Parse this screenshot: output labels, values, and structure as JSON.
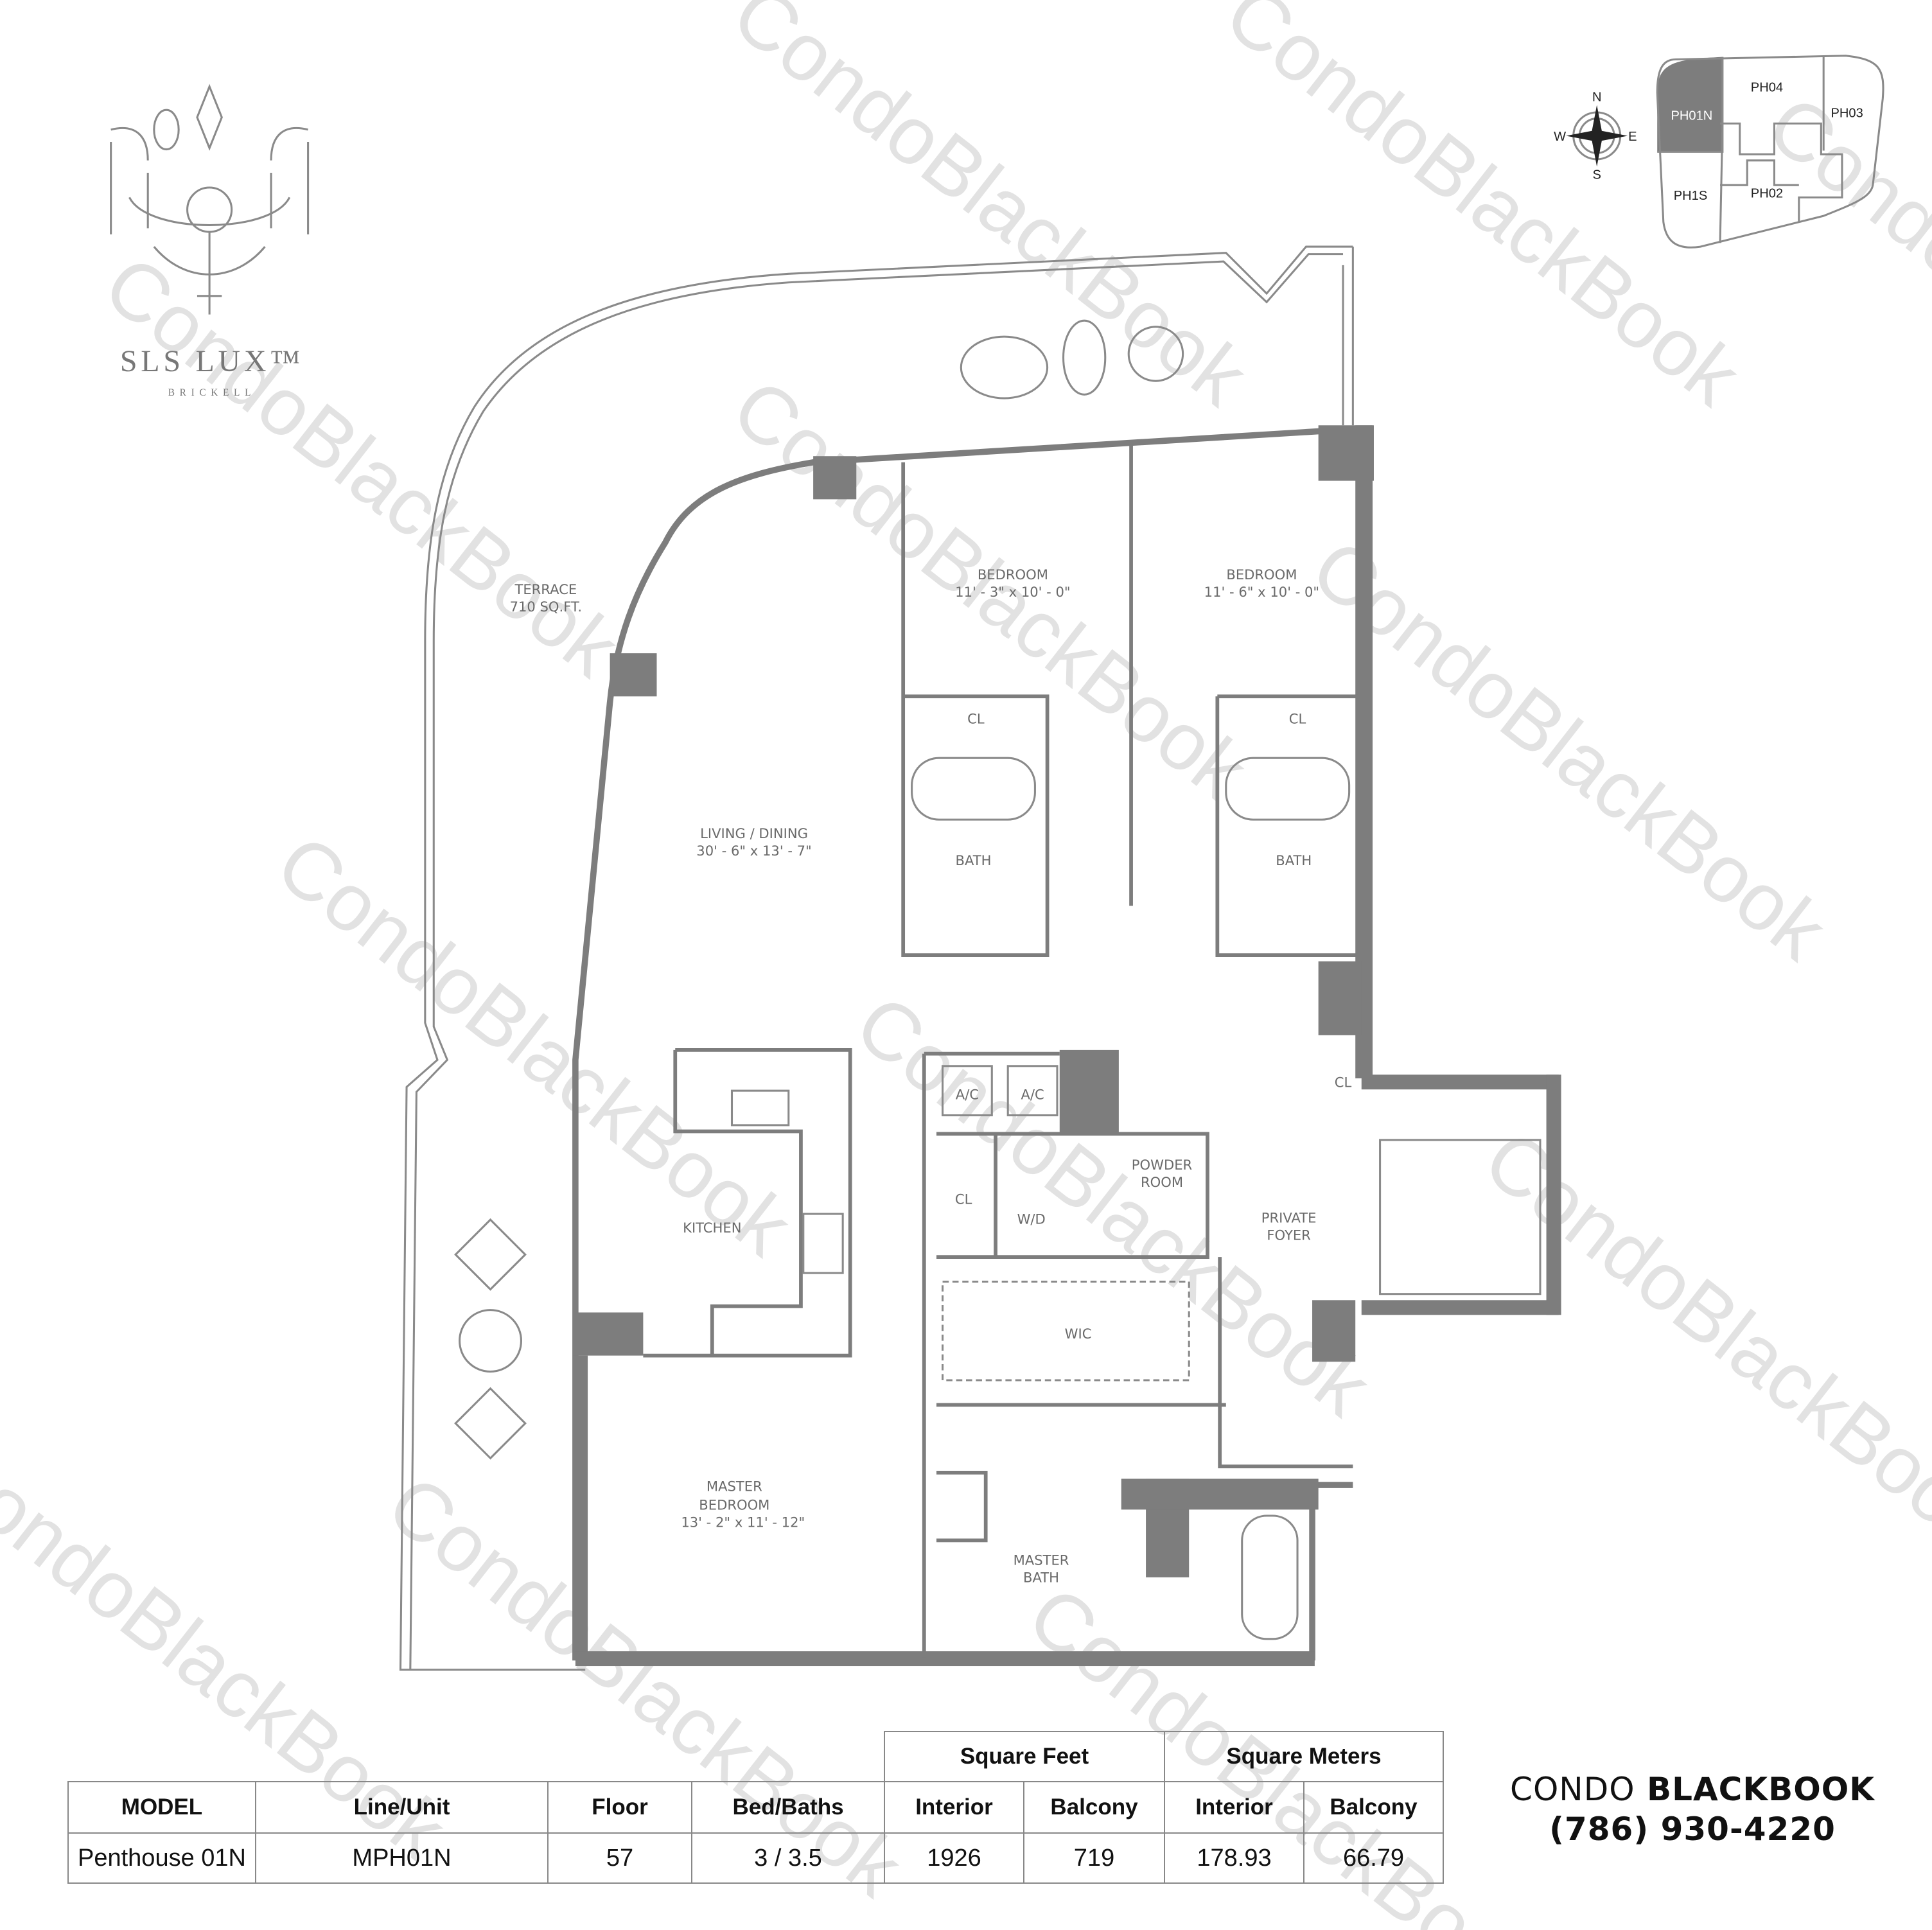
{
  "logo": {
    "name": "SLS LUX™",
    "sub": "BRICKELL"
  },
  "watermark": "CondoBlackBook",
  "compass": {
    "n": "N",
    "s": "S",
    "e": "E",
    "w": "W"
  },
  "keyplan": {
    "units": [
      "PH01N",
      "PH04",
      "PH03",
      "PH1S",
      "PH02"
    ],
    "highlighted": "PH01N",
    "highlight_color": "#7d7d7d"
  },
  "rooms": {
    "terrace": {
      "name": "TERRACE",
      "size": "710 SQ.FT."
    },
    "bedroom1": {
      "name": "BEDROOM",
      "size": "11' - 3\" x 10' - 0\""
    },
    "bedroom2": {
      "name": "BEDROOM",
      "size": "11' - 6\" x 10' - 0\""
    },
    "cl1": "CL",
    "cl2": "CL",
    "cl3": "CL",
    "cl4": "CL",
    "bath1": "BATH",
    "bath2": "BATH",
    "living": {
      "name": "LIVING / DINING",
      "size": "30' - 6\" x 13' - 7\""
    },
    "kitchen": "KITCHEN",
    "ac1": "A/C",
    "ac2": "A/C",
    "wd": "W/D",
    "powder": {
      "l1": "POWDER",
      "l2": "ROOM"
    },
    "foyer": {
      "l1": "PRIVATE",
      "l2": "FOYER"
    },
    "wic": "WIC",
    "master_bedroom": {
      "l1": "MASTER",
      "l2": "BEDROOM",
      "size": "13' - 2\" x 11' - 12\""
    },
    "master_bath": {
      "l1": "MASTER",
      "l2": "BATH"
    }
  },
  "table": {
    "group_headers": [
      "Square Feet",
      "Square Meters"
    ],
    "headers": [
      "MODEL",
      "Line/Unit",
      "Floor",
      "Bed/Baths",
      "Interior",
      "Balcony",
      "Interior",
      "Balcony"
    ],
    "row": [
      "Penthouse 01N",
      "MPH01N",
      "57",
      "3 / 3.5",
      "1926",
      "719",
      "178.93",
      "66.79"
    ]
  },
  "brand": {
    "name_light": "CONDO",
    "name_bold": "BLACKBOOK",
    "phone": "(786) 930-4220"
  }
}
